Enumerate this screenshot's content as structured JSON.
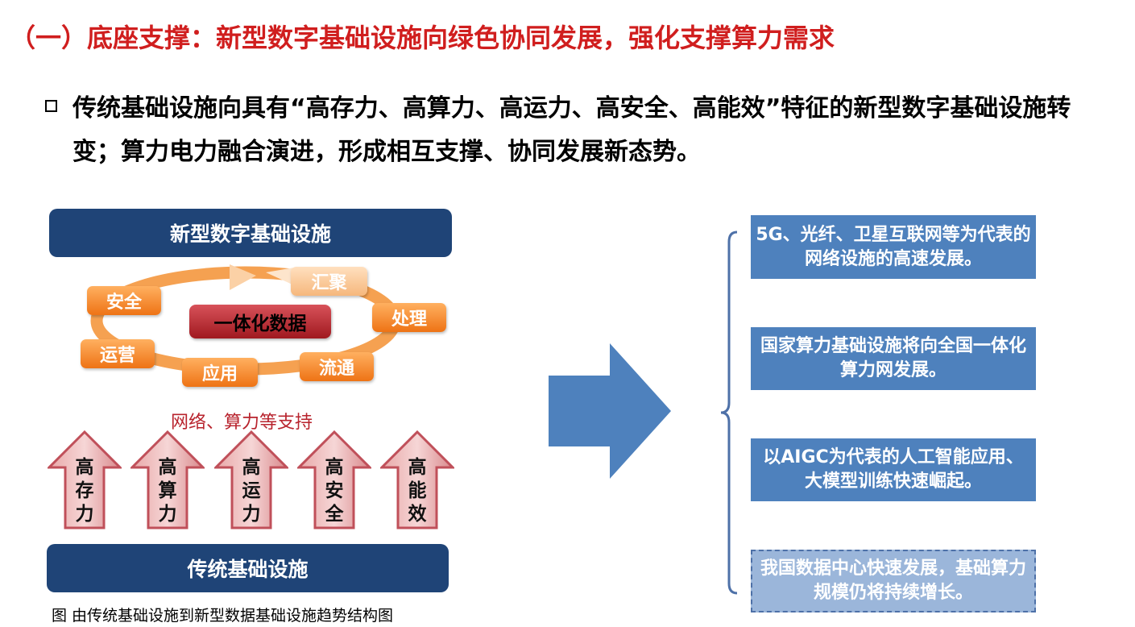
{
  "title": "（一）底座支撑：新型数字基础设施向绿色协同发展，强化支撑算力需求",
  "bullet": "传统基础设施向具有“高存力、高算力、高运力、高安全、高能效”特征的新型数字基础设施转变；算力电力融合演进，形成相互支撑、协同发展新态势。",
  "diagram": {
    "top_box": "新型数字基础设施",
    "center": "一体化数据",
    "cycle_nodes": [
      {
        "id": "security",
        "label": "安全"
      },
      {
        "id": "aggregate",
        "label": "汇聚"
      },
      {
        "id": "process",
        "label": "处理"
      },
      {
        "id": "circulate",
        "label": "流通"
      },
      {
        "id": "apply",
        "label": "应用"
      },
      {
        "id": "operate",
        "label": "运营"
      }
    ],
    "support_label": "网络、算力等支持",
    "up_arrows": [
      {
        "id": "storage",
        "label": "高存力"
      },
      {
        "id": "compute",
        "label": "高算力"
      },
      {
        "id": "transport",
        "label": "高运力"
      },
      {
        "id": "security",
        "label": "高安全"
      },
      {
        "id": "efficiency",
        "label": "高能效"
      }
    ],
    "bottom_box": "传统基础设施",
    "caption": "图  由传统基础设施到新型数据基础设施趋势结构图"
  },
  "trends": [
    {
      "id": "network",
      "text": "5G、光纤、卫星互联网等为代表的网络设施的高速发展。"
    },
    {
      "id": "national-compute",
      "text": "国家算力基础设施将向全国一体化算力网发展。"
    },
    {
      "id": "aigc",
      "text": "以AIGC为代表的人工智能应用、大模型训练快速崛起。"
    },
    {
      "id": "datacenter",
      "text": "我国数据中心快速发展，基础算力规模仍将持续增长。"
    }
  ],
  "colors": {
    "title_red": "#d01e1e",
    "navy": "#1f4477",
    "orange": "#ee7315",
    "arrow_red": "#c0505a",
    "blue": "#4e81bd",
    "light_blue": "#9bb6da"
  },
  "icons": {
    "bullet": "hollow-square",
    "big_arrow": "right-arrow"
  }
}
